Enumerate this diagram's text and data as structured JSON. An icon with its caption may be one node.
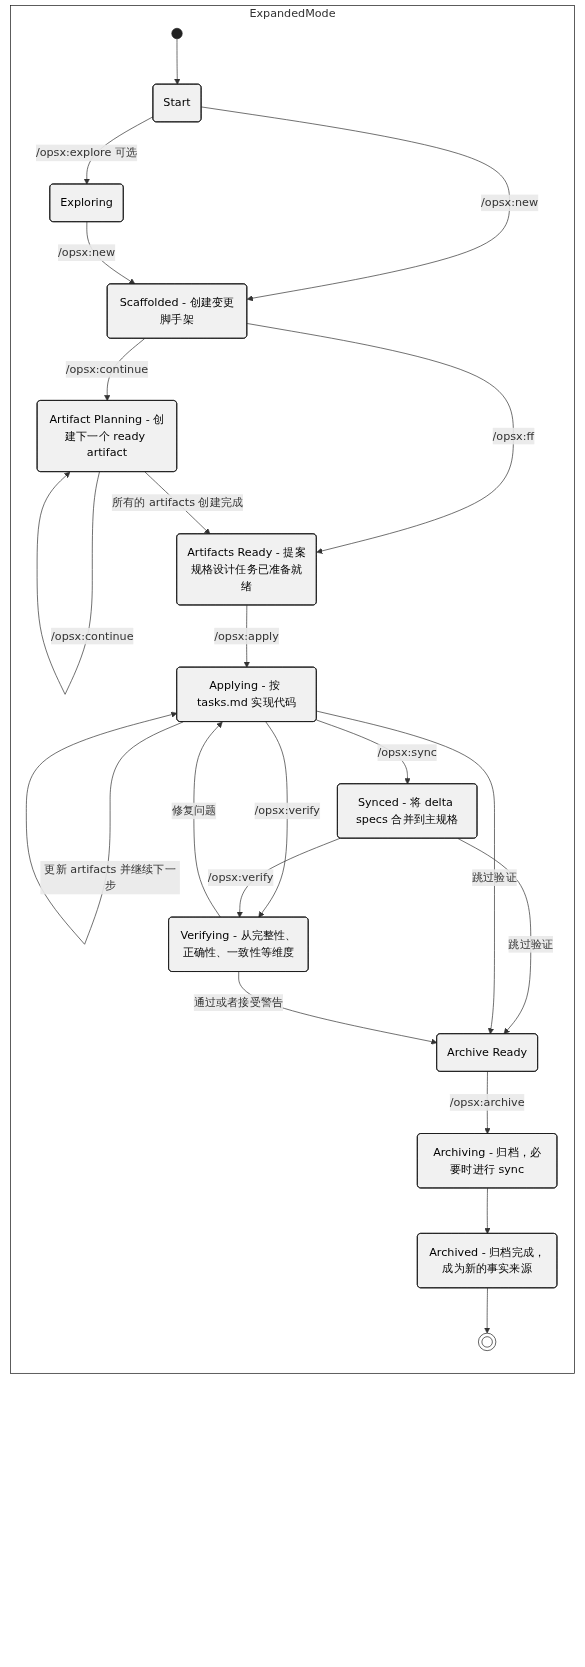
{
  "diagram": {
    "nodes": [
      {
        "text": [
          "ExpandedMode"
        ]
      },
      {
        "text": [],
        "shape": "circle",
        "in": 0
      },
      {
        "text": [
          "Start"
        ],
        "in": 0
      },
      {
        "text": [
          "Exploring"
        ],
        "in": 0
      },
      {
        "text": [
          "Scaffolded - 创建变更脚手架"
        ],
        "in": 0
      },
      {
        "text": [
          "Artifact Planning - 创建下一个 ready artifact"
        ],
        "in": 0
      },
      {
        "text": [
          "Artifacts Ready - 提案规格设计任务已准备就绪"
        ],
        "in": 0
      },
      {
        "text": [
          "Applying - 按 tasks.md 实现代码"
        ],
        "in": 0
      },
      {
        "text": [
          "Synced - 将 delta specs 合并到主规格"
        ],
        "in": 0
      },
      {
        "text": [
          "Verifying - 从完整性、正确性、一致性等维度"
        ],
        "in": 0
      },
      {
        "text": [
          "Archive Ready"
        ],
        "in": 0
      },
      {
        "text": [
          "Archiving - 归档，必要时进行 sync"
        ],
        "in": 0
      },
      {
        "text": [
          "Archived - 归档完成，成为新的事实来源"
        ],
        "in": 0
      },
      {
        "text": [],
        "shape": "circle",
        "in": 0
      }
    ],
    "edges": [
      {
        "from": 1,
        "to": 2,
        "arrow": "to"
      },
      {
        "from": 2,
        "to": 3,
        "arrow": "to",
        "label": "/opsx:explore 可选"
      },
      {
        "from": 2,
        "to": 4,
        "arrow": "to",
        "label": "/opsx:new"
      },
      {
        "from": 3,
        "to": 4,
        "arrow": "to",
        "label": "/opsx:new"
      },
      {
        "from": 4,
        "to": 5,
        "arrow": "to",
        "label": "/opsx:continue"
      },
      {
        "from": 5,
        "to": 5,
        "arrow": "to",
        "label": "/opsx:continue"
      },
      {
        "from": 4,
        "to": 6,
        "arrow": "to",
        "label": "/opsx:ff"
      },
      {
        "from": 5,
        "to": 6,
        "arrow": "to",
        "label": "所有的 artifacts 创建完成"
      },
      {
        "from": 6,
        "to": 7,
        "arrow": "to",
        "label": "/opsx:apply"
      },
      {
        "from": 7,
        "to": 7,
        "arrow": "to",
        "label": "更新 artifacts 并继续下一步"
      },
      {
        "from": 9,
        "to": 7,
        "arrow": "to",
        "label": "修复问题"
      },
      {
        "from": 7,
        "to": 9,
        "arrow": "to",
        "label": "/opsx:verify"
      },
      {
        "from": 7,
        "to": 8,
        "arrow": "to",
        "label": "/opsx:sync"
      },
      {
        "from": 8,
        "to": 9,
        "arrow": "to",
        "label": "/opsx:verify"
      },
      {
        "from": 8,
        "to": 10,
        "arrow": "to",
        "label": "跳过验证"
      },
      {
        "from": 7,
        "to": 10,
        "arrow": "to",
        "label": "跳过验证"
      },
      {
        "from": 9,
        "to": 10,
        "arrow": "to",
        "label": "通过或者接受警告"
      },
      {
        "from": 10,
        "to": 11,
        "arrow": "to",
        "label": "/opsx:archive"
      },
      {
        "from": 11,
        "to": 12,
        "arrow": "to"
      },
      {
        "from": 12,
        "to": 13,
        "arrow": "to"
      }
    ]
  }
}
